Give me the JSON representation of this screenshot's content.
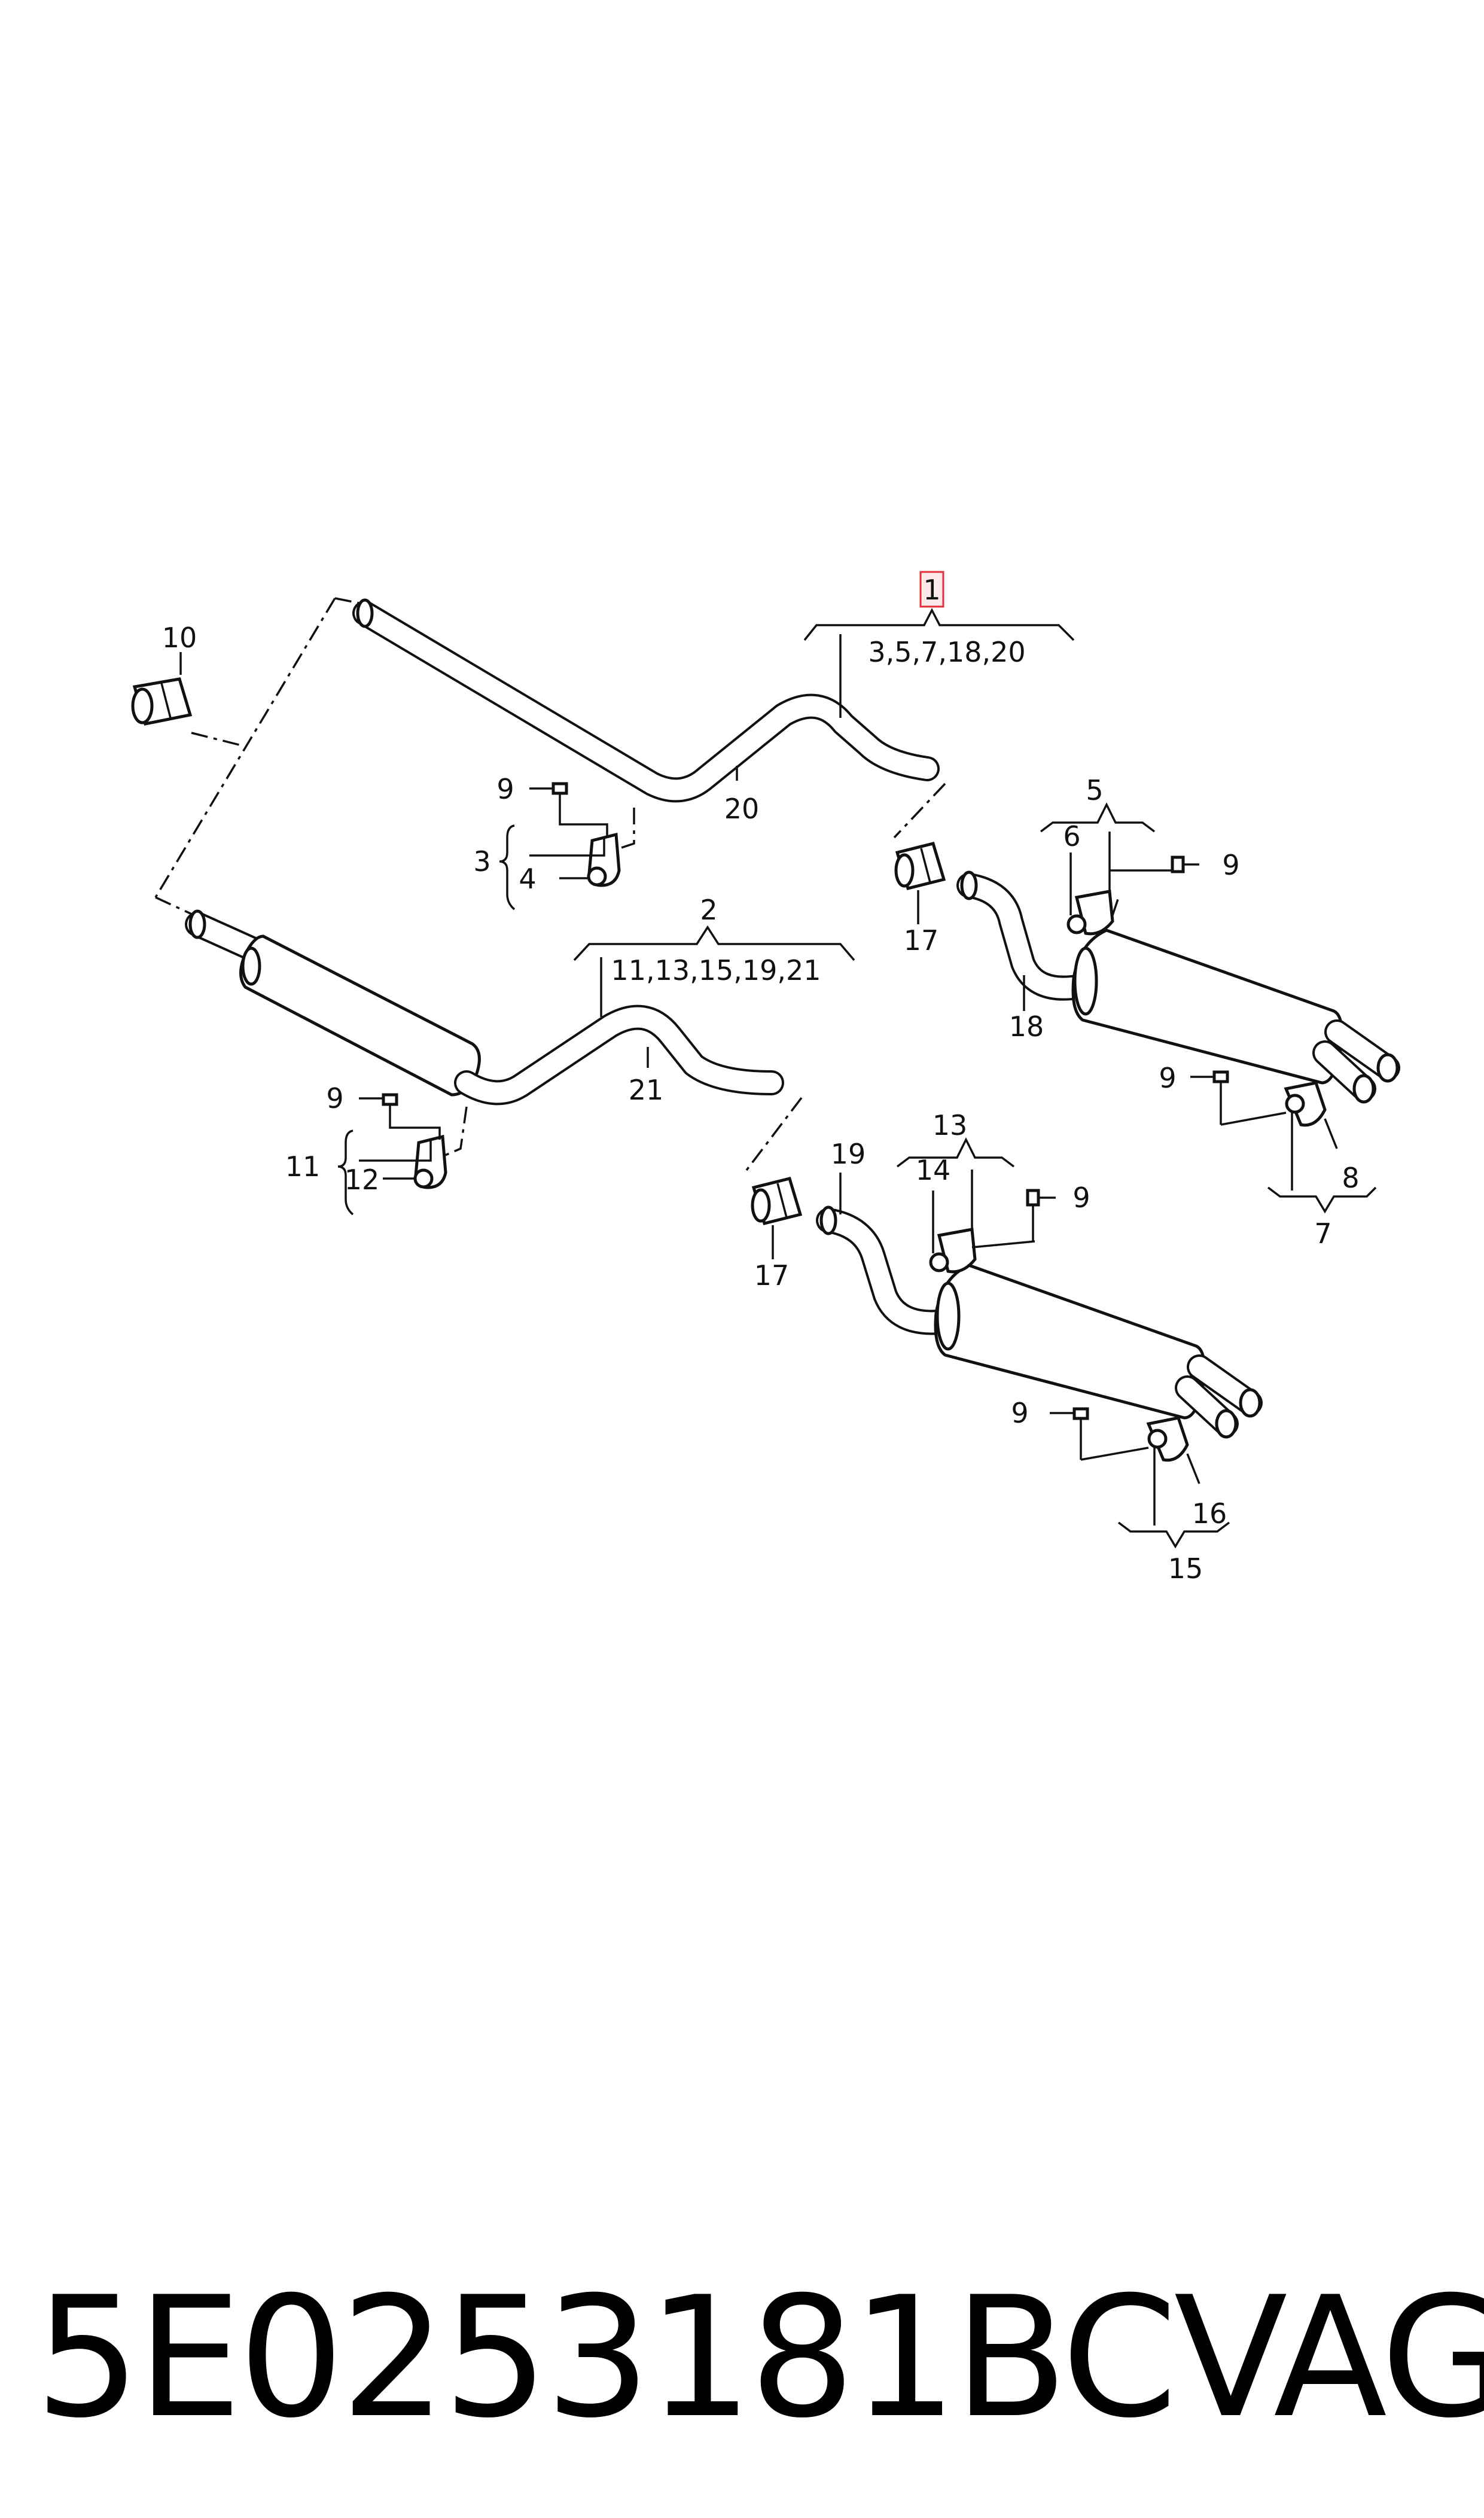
{
  "callouts": {
    "c1": "1",
    "c1_sub": "3,5,7,18,20",
    "c2": "2",
    "c2_sub": "11,13,15,19,21",
    "c3": "3",
    "c4": "4",
    "c5": "5",
    "c6": "6",
    "c7": "7",
    "c8": "8",
    "c9": "9",
    "c10": "10",
    "c11": "11",
    "c12": "12",
    "c13": "13",
    "c14": "14",
    "c15": "15",
    "c16": "16",
    "c17": "17",
    "c18": "18",
    "c19": "19",
    "c20": "20",
    "c21": "21"
  },
  "highlight_color": "#e0303a",
  "footer": {
    "part_number": "5E0253181BC",
    "brand": "VAG"
  }
}
